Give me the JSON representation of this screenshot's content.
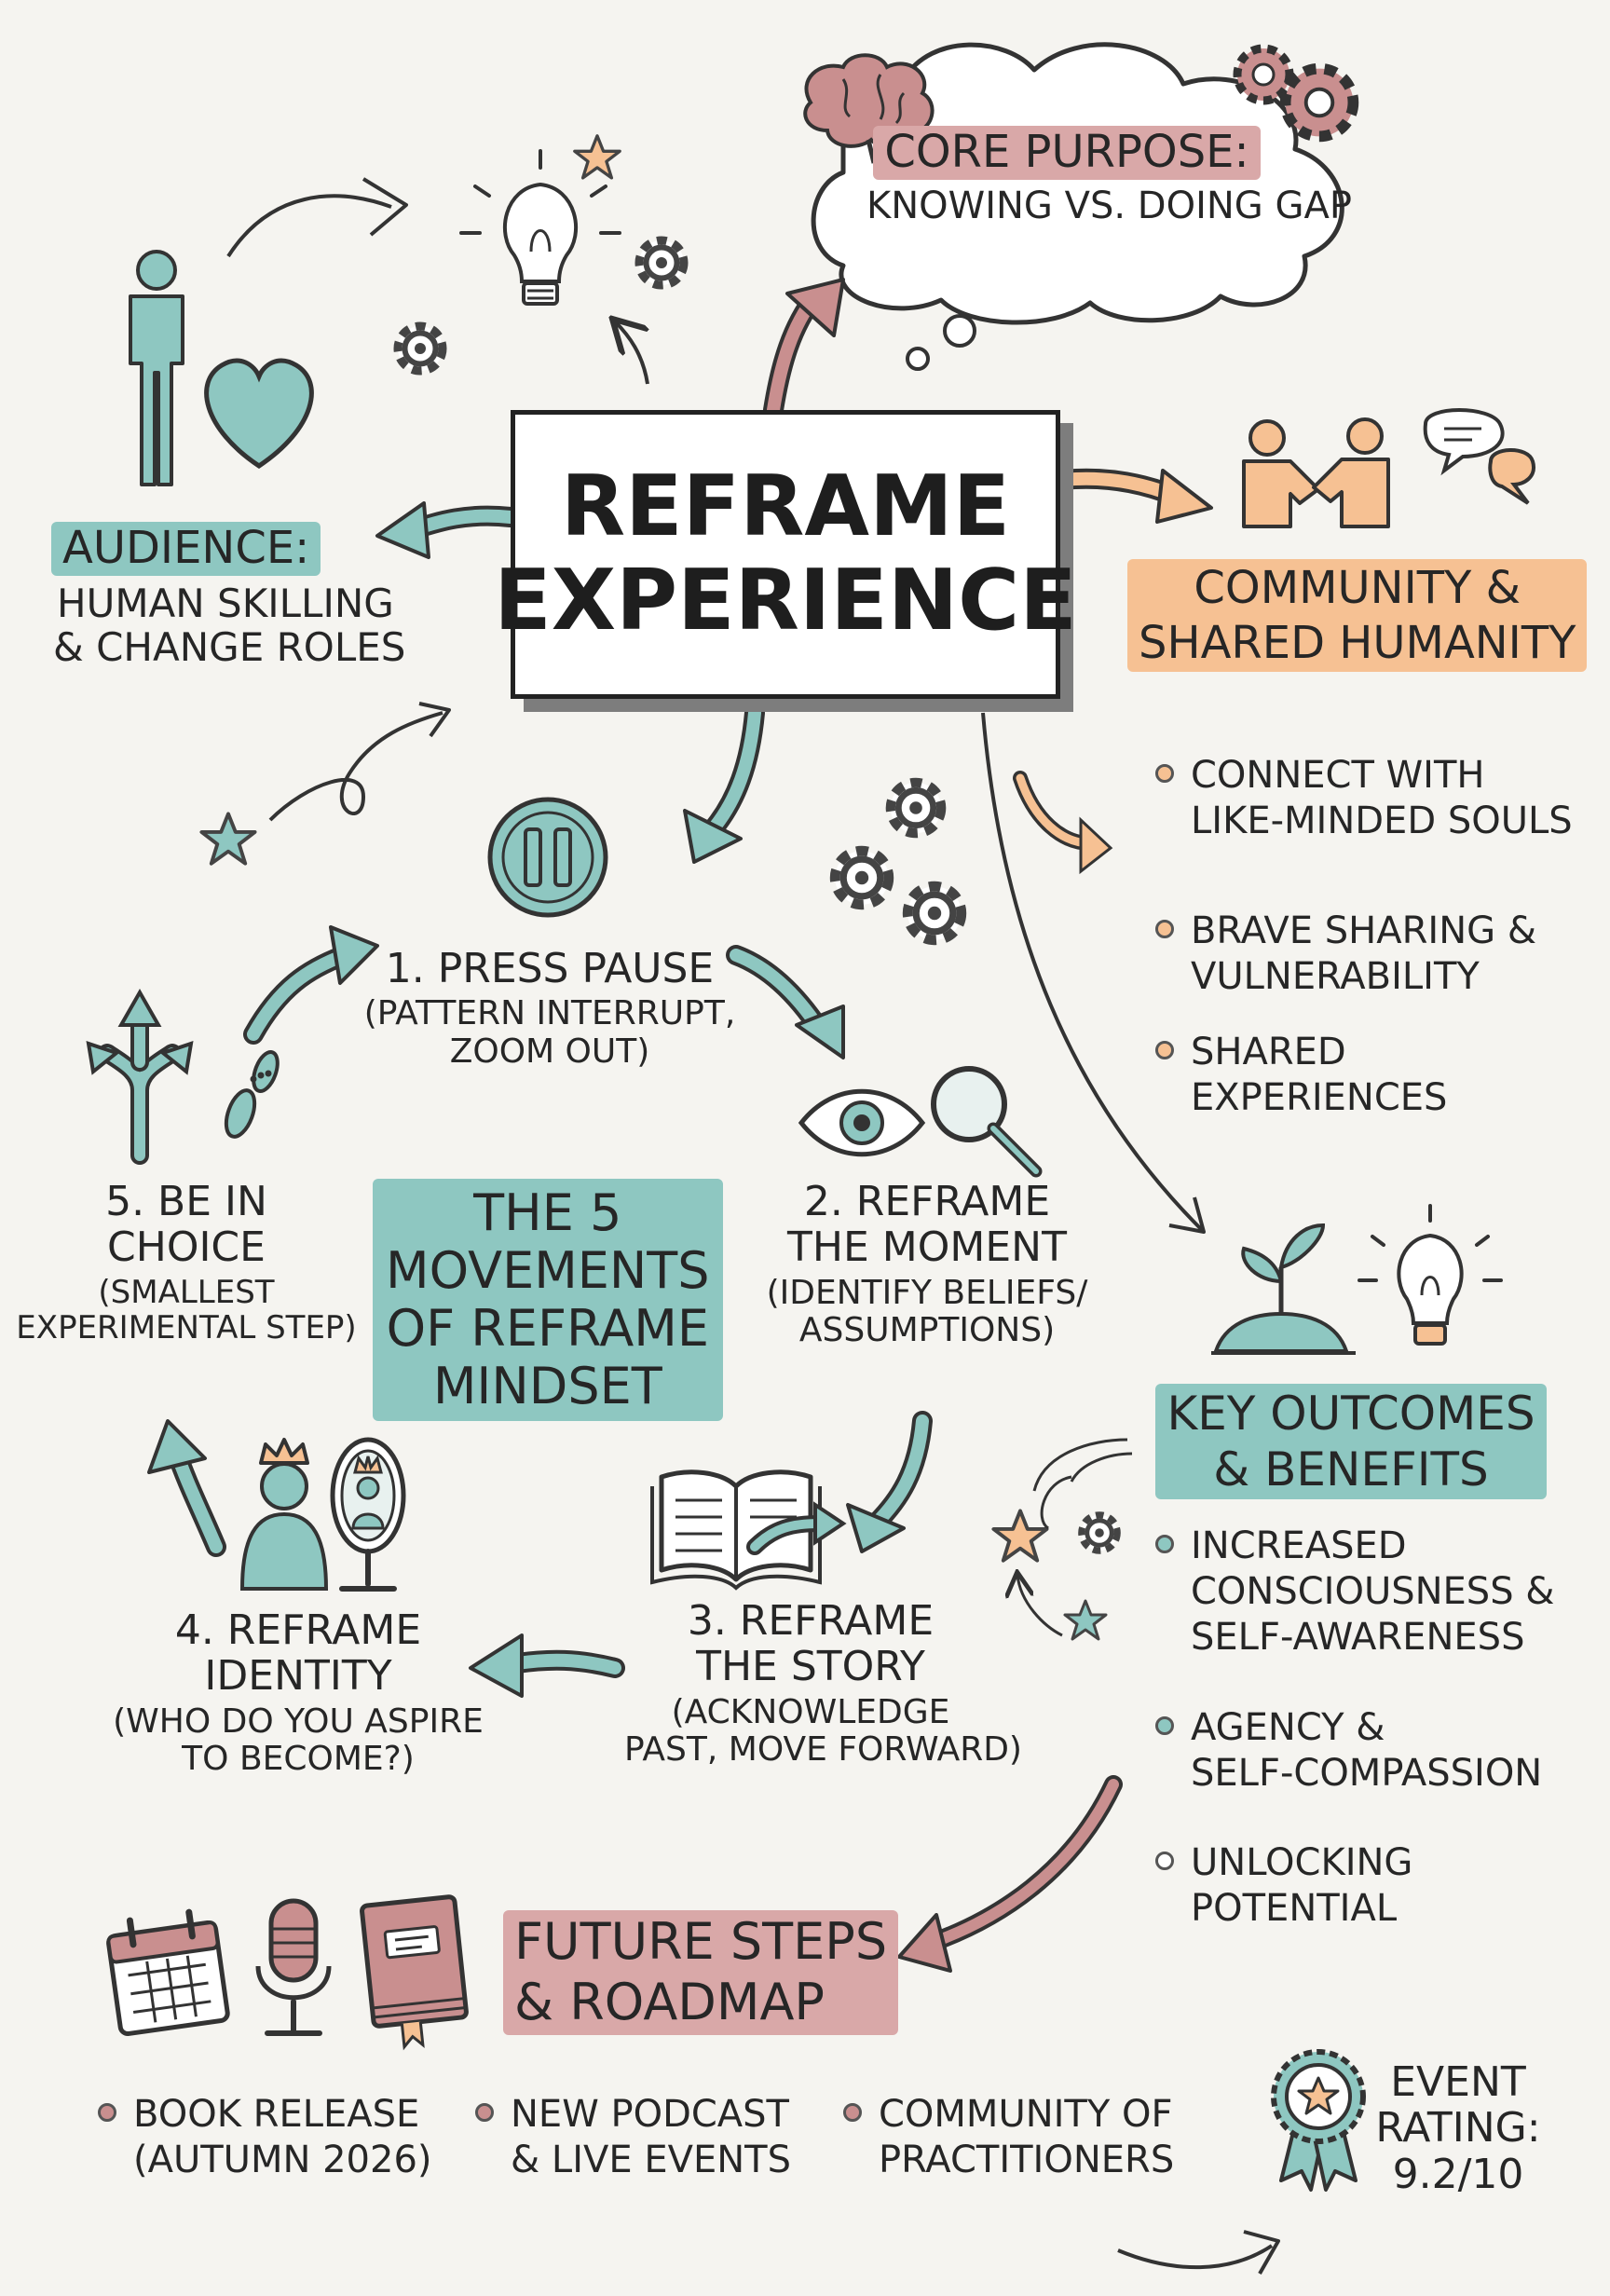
{
  "title": [
    "REFRAME",
    "EXPERIENCE"
  ],
  "core_purpose": {
    "heading": "CORE PURPOSE:",
    "text": "KNOWING VS. DOING GAP"
  },
  "audience": {
    "heading": "AUDIENCE:",
    "lines": [
      "HUMAN SKILLING",
      "& CHANGE ROLES"
    ]
  },
  "community": {
    "heading": [
      "COMMUNITY &",
      "SHARED HUMANITY"
    ],
    "items": [
      [
        "CONNECT WITH",
        "LIKE-MINDED SOULS"
      ],
      [
        "BRAVE SHARING &",
        "VULNERABILITY"
      ],
      [
        "SHARED",
        "EXPERIENCES"
      ]
    ]
  },
  "movements": {
    "heading": [
      "THE 5",
      "MOVEMENTS",
      "OF REFRAME",
      "MINDSET"
    ],
    "steps": [
      {
        "title": [
          "1. PRESS PAUSE"
        ],
        "detail": [
          "(PATTERN INTERRUPT,",
          "ZOOM OUT)"
        ]
      },
      {
        "title": [
          "2. REFRAME",
          "THE MOMENT"
        ],
        "detail": [
          "(IDENTIFY BELIEFS/",
          "ASSUMPTIONS)"
        ]
      },
      {
        "title": [
          "3. REFRAME",
          "THE STORY"
        ],
        "detail": [
          "(ACKNOWLEDGE",
          "PAST, MOVE FORWARD)"
        ]
      },
      {
        "title": [
          "4. REFRAME",
          "IDENTITY"
        ],
        "detail": [
          "(WHO DO YOU ASPIRE",
          "TO BECOME?)"
        ]
      },
      {
        "title": [
          "5. BE IN",
          "CHOICE"
        ],
        "detail": [
          "(SMALLEST",
          "EXPERIMENTAL STEP)"
        ]
      }
    ]
  },
  "outcomes": {
    "heading": [
      "KEY OUTCOMES",
      "& BENEFITS"
    ],
    "items": [
      [
        "INCREASED",
        "CONSCIOUSNESS &",
        "SELF-AWARENESS"
      ],
      [
        "AGENCY &",
        "SELF-COMPASSION"
      ],
      [
        "UNLOCKING",
        "POTENTIAL"
      ]
    ]
  },
  "future": {
    "heading": [
      "FUTURE STEPS",
      "& ROADMAP"
    ],
    "items": [
      [
        "BOOK RELEASE",
        "(AUTUMN 2026)"
      ],
      [
        "NEW PODCAST",
        "& LIVE EVENTS"
      ],
      [
        "COMMUNITY OF",
        "PRACTITIONERS"
      ]
    ]
  },
  "rating": {
    "lines": [
      "EVENT",
      "RATING:",
      "9.2/10"
    ]
  },
  "colors": {
    "teal": "#8ec7c1",
    "orange": "#f6c193",
    "rose": "#d9a8a8",
    "ink": "#262626"
  }
}
